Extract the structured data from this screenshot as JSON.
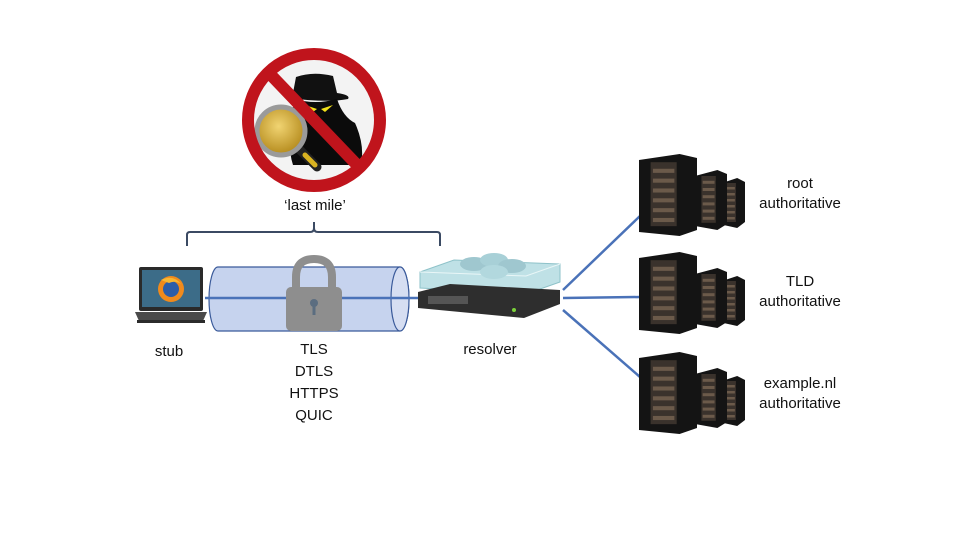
{
  "diagram": {
    "title_label": "‘last mile’",
    "nodes": {
      "stub": {
        "label": "stub",
        "icon": "laptop-firefox-icon"
      },
      "resolver": {
        "label": "resolver",
        "icon": "resolver-server-icon"
      },
      "authoritatives": [
        {
          "line1": "root",
          "line2": "authoritative",
          "icon": "server-rack-icon"
        },
        {
          "line1": "TLD",
          "line2": "authoritative",
          "icon": "server-rack-icon"
        },
        {
          "line1": "example.nl",
          "line2": "authoritative",
          "icon": "server-rack-icon"
        }
      ]
    },
    "tunnel": {
      "icon": "padlock-icon",
      "protocols": [
        "TLS",
        "DTLS",
        "HTTPS",
        "QUIC"
      ]
    },
    "no_spy_icon": "no-eavesdropping-icon",
    "colors": {
      "link": "#4a72b8",
      "tunnel_fill": "#c6d3ee",
      "tunnel_stroke": "#3a5a9a",
      "brace": "#3b4a63",
      "prohibit_red": "#c0141c",
      "lock_gray": "#8e8e8e"
    }
  }
}
